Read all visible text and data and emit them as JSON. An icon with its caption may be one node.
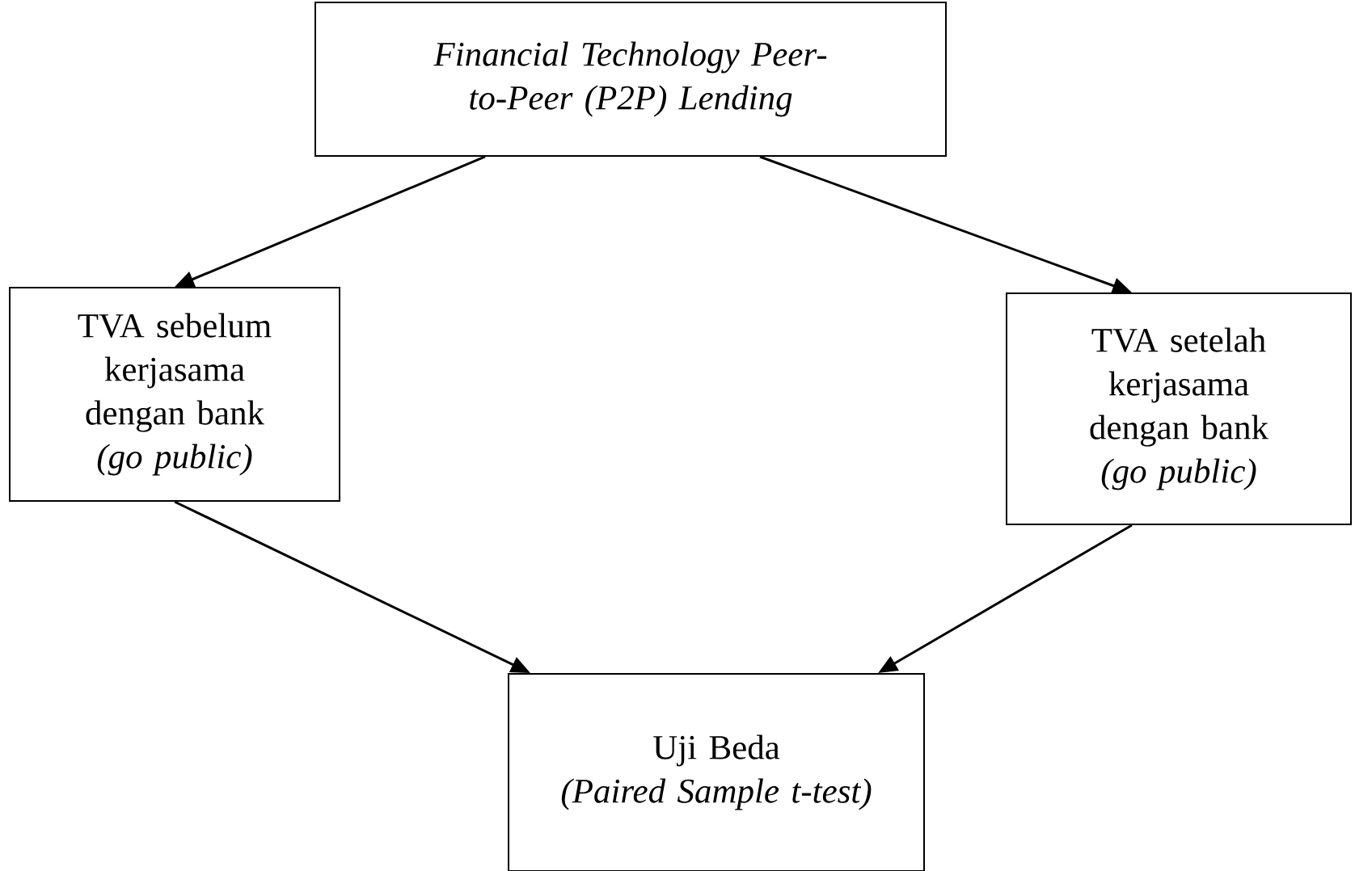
{
  "diagram": {
    "nodes": [
      {
        "text": [
          "Financial Technology Peer-to-Peer (P2P) Lending"
        ]
      },
      {
        "text": [
          "TVA sebelum kerjasama dengan bank",
          "(go public)"
        ]
      },
      {
        "text": [
          "TVA setelah kerjasama dengan bank",
          "(go public)"
        ]
      },
      {
        "text": [
          "Uji Beda",
          "(Paired Sample t-test)"
        ]
      }
    ],
    "edges": [
      {
        "from": 0,
        "to": 1,
        "arrow": "to"
      },
      {
        "from": 0,
        "to": 2,
        "arrow": "to"
      },
      {
        "from": 1,
        "to": 3,
        "arrow": "to"
      },
      {
        "from": 2,
        "to": 3,
        "arrow": "to"
      }
    ]
  }
}
